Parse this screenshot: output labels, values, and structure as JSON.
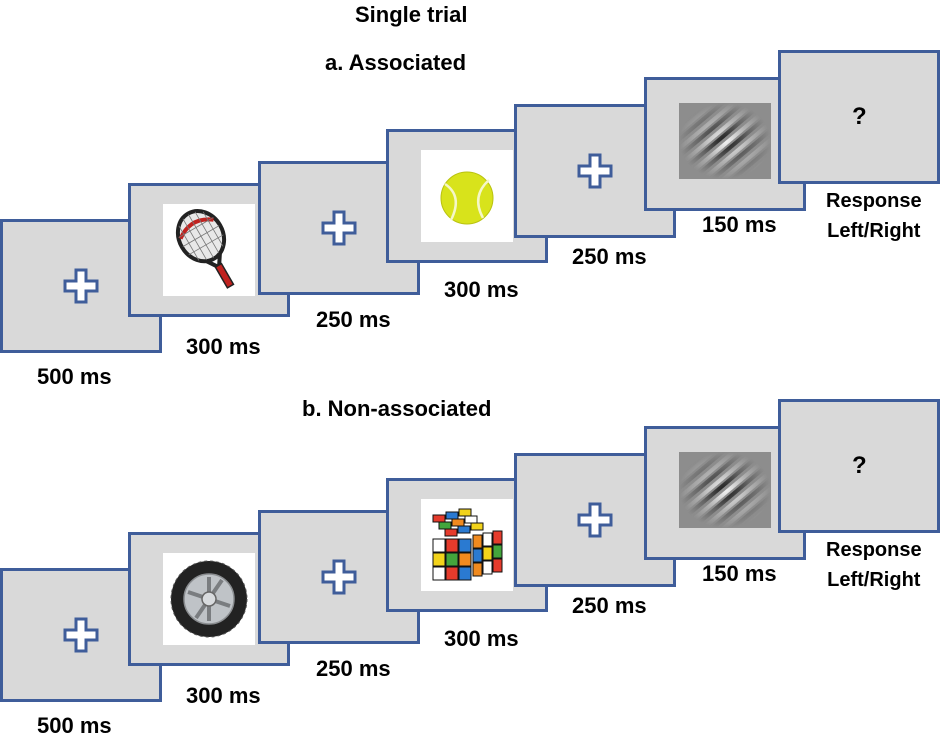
{
  "heading": "Single trial",
  "sections": [
    {
      "title": "a.  Associated",
      "frames": [
        {
          "kind": "fixation",
          "duration": "500 ms"
        },
        {
          "kind": "image",
          "icon": "tennis-racket-icon",
          "duration": "300 ms"
        },
        {
          "kind": "fixation",
          "duration": "250 ms"
        },
        {
          "kind": "image",
          "icon": "tennis-ball-icon",
          "duration": "300 ms"
        },
        {
          "kind": "fixation",
          "duration": "250 ms"
        },
        {
          "kind": "gabor",
          "duration": "150 ms"
        },
        {
          "kind": "response",
          "symbol": "?",
          "label_line1": "Response",
          "label_line2": "Left/Right"
        }
      ]
    },
    {
      "title": "b.   Non-associated",
      "frames": [
        {
          "kind": "fixation",
          "duration": "500 ms"
        },
        {
          "kind": "image",
          "icon": "car-tire-icon",
          "duration": "300 ms"
        },
        {
          "kind": "fixation",
          "duration": "250 ms"
        },
        {
          "kind": "image",
          "icon": "rubiks-cube-icon",
          "duration": "300 ms"
        },
        {
          "kind": "fixation",
          "duration": "250 ms"
        },
        {
          "kind": "gabor",
          "duration": "150 ms"
        },
        {
          "kind": "response",
          "symbol": "?",
          "label_line1": "Response",
          "label_line2": "Left/Right"
        }
      ]
    }
  ],
  "colors": {
    "panel_fill": "#d9d9d9",
    "panel_border": "#3f5d9a",
    "cross": "#3f5d9a"
  }
}
